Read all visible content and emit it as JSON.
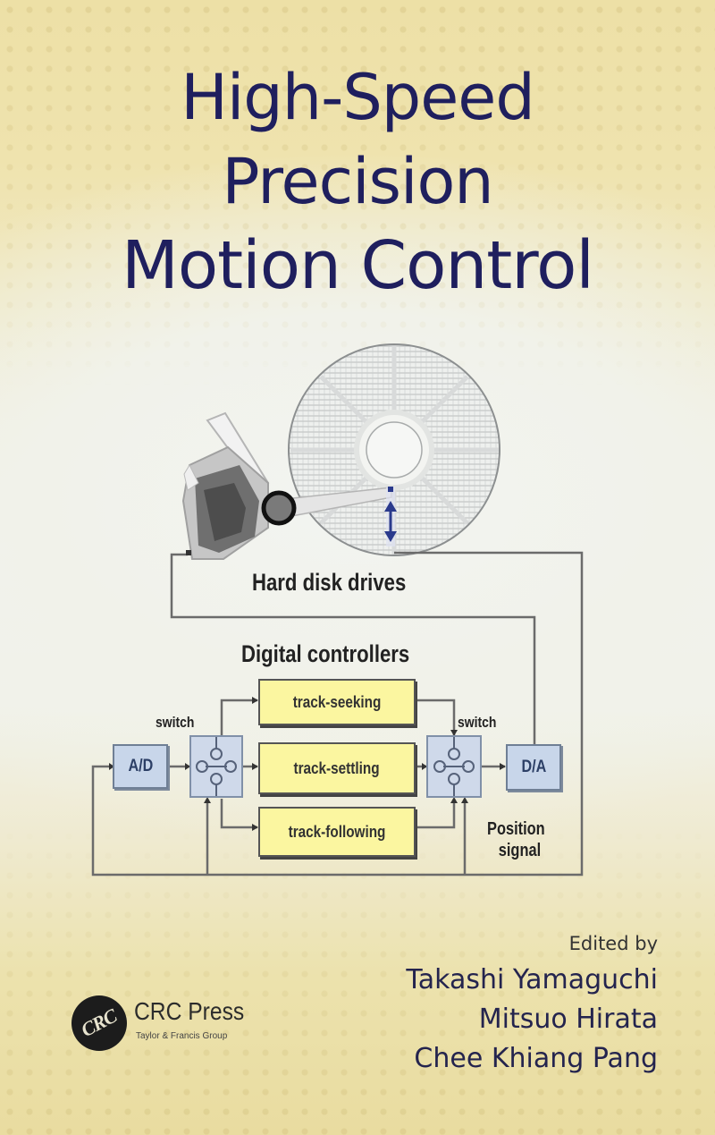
{
  "cover": {
    "title_lines": [
      "High-Speed",
      "Precision",
      "Motion Control"
    ],
    "colors": {
      "title": "#1f1f5e",
      "background_top": "#ede0a6",
      "background_mid": "#f1f3ef",
      "background_bottom": "#e9dca0",
      "controller_box": "#fbf6a0",
      "converter_box": "#c8d6ea",
      "arrow_accent": "#2a3a8c"
    }
  },
  "diagram": {
    "hdd_label": "Hard disk  drives",
    "controllers_label": "Digital controllers",
    "switch_left_label": "switch",
    "switch_right_label": "switch",
    "ad_label": "A/D",
    "da_label": "D/A",
    "controllers": [
      "track-seeking",
      "track-settling",
      "track-following"
    ],
    "position_label_line1": "Position",
    "position_label_line2": "signal"
  },
  "credits": {
    "edited_by": "Edited by",
    "editors": [
      "Takashi Yamaguchi",
      "Mitsuo Hirata",
      "Chee Khiang Pang"
    ]
  },
  "publisher": {
    "logo_text": "CRC",
    "name": "CRC Press",
    "group": "Taylor & Francis Group"
  }
}
